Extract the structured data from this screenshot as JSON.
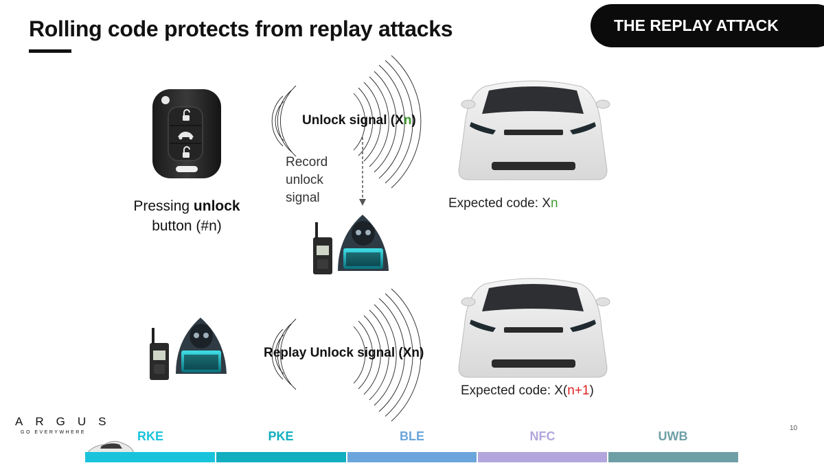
{
  "header": {
    "title": "Rolling code protects from replay attacks",
    "section_label": "THE REPLAY ATTACK"
  },
  "fob": {
    "label_prefix": "Pressing ",
    "label_bold": "unlock",
    "label_suffix": "button (#n)"
  },
  "signal_top": {
    "prefix": "Unlock signal (X",
    "highlight": "n",
    "suffix": ")"
  },
  "record_note": {
    "line1": "Record",
    "line2": "unlock",
    "line3": "signal"
  },
  "signal_bottom": {
    "text": "Replay Unlock signal (Xn)"
  },
  "car_top": {
    "expected_prefix": "Expected code: X",
    "expected_highlight": "n"
  },
  "car_bottom": {
    "expected_prefix": "Expected code: X(",
    "expected_highlight": "n+1",
    "expected_suffix": ")"
  },
  "footer": {
    "logo": "ARGUS",
    "tagline": "GO EVERYWHERE",
    "page_number": "10",
    "technologies": [
      {
        "label": "RKE",
        "color": "#19c3dc"
      },
      {
        "label": "PKE",
        "color": "#10aebf"
      },
      {
        "label": "BLE",
        "color": "#6aa6db"
      },
      {
        "label": "NFC",
        "color": "#b2a6dc"
      },
      {
        "label": "UWB",
        "color": "#6e9fa6"
      }
    ]
  },
  "colors": {
    "highlight_ok": "#3f9a2c",
    "highlight_bad": "#e02020",
    "wave": "#222222"
  }
}
